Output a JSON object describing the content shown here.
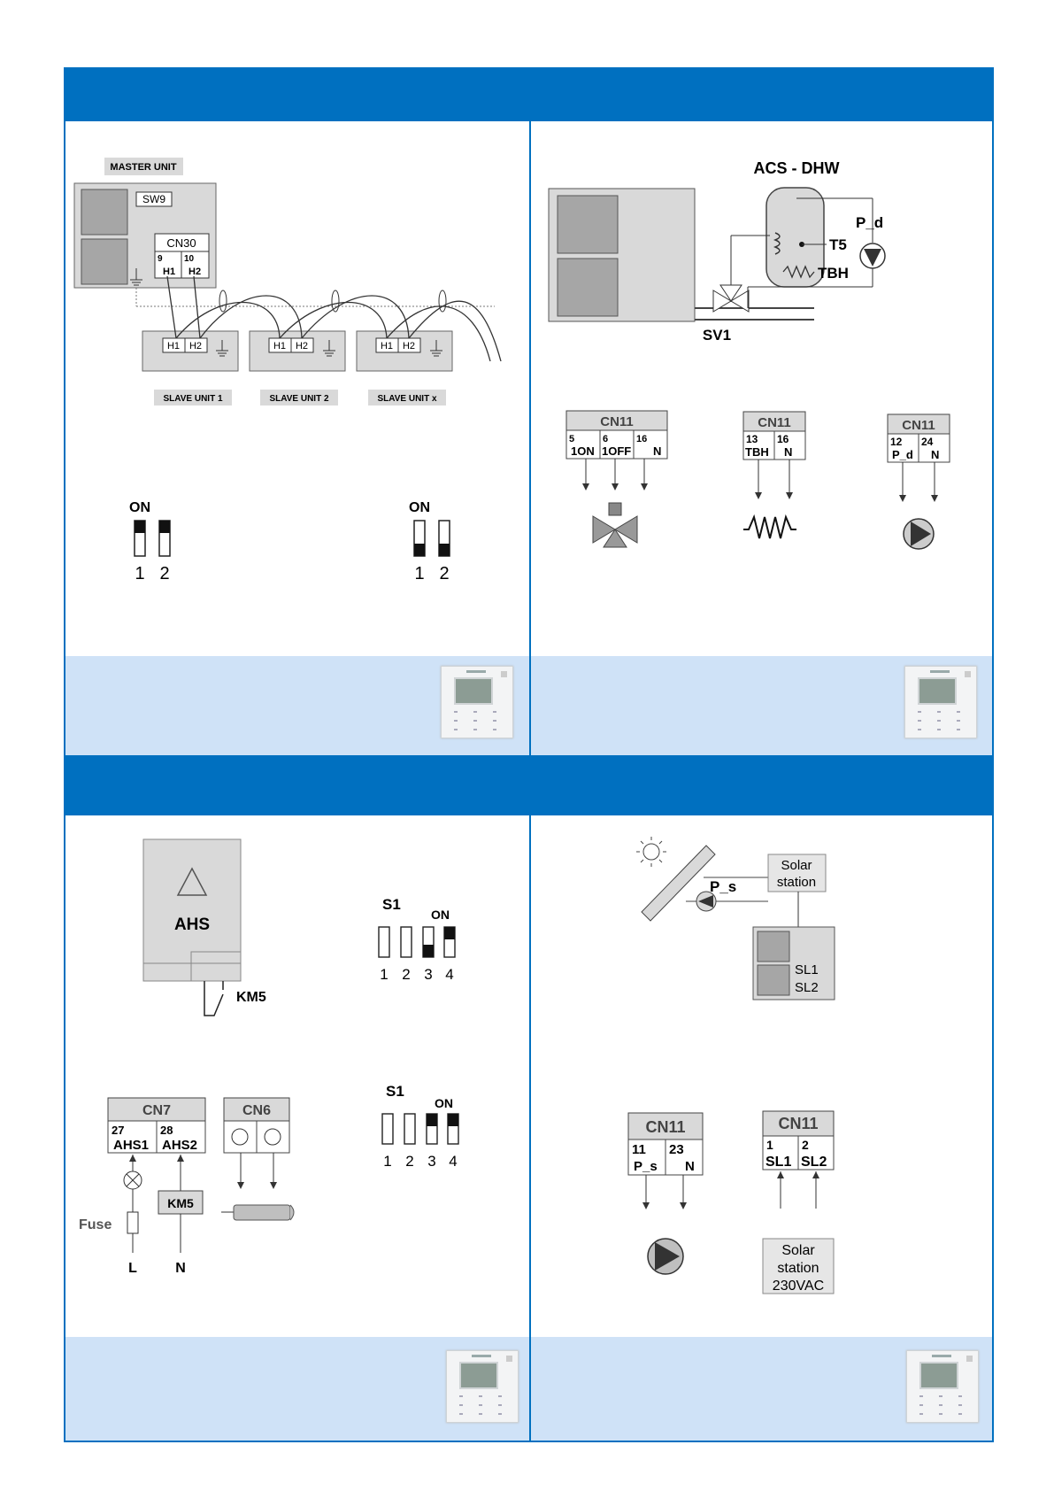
{
  "panel_tl": {
    "master_label": "MASTER UNIT",
    "sw9": "SW9",
    "cn30": "CN30",
    "pin9": "9",
    "pin10": "10",
    "h1": "H1",
    "h2": "H2",
    "slave1": "SLAVE UNIT 1",
    "slave2": "SLAVE UNIT 2",
    "slavex": "SLAVE UNIT x",
    "dip_on": "ON",
    "dip_1": "1",
    "dip_2": "2"
  },
  "panel_tr": {
    "acs": "ACS - DHW",
    "pd": "P_d",
    "t5": "T5",
    "tbh": "TBH",
    "sv1": "SV1",
    "cn11": "CN11",
    "c1_p5": "5",
    "c1_p6": "6",
    "c1_p16": "16",
    "c1_1on": "1ON",
    "c1_1off": "1OFF",
    "c1_n": "N",
    "c2_p13": "13",
    "c2_p16": "16",
    "c2_tbh": "TBH",
    "c2_n": "N",
    "c3_p12": "12",
    "c3_p24": "24",
    "c3_pd": "P_d",
    "c3_n": "N"
  },
  "panel_bl": {
    "ahs": "AHS",
    "km5": "KM5",
    "s1": "S1",
    "on": "ON",
    "n1": "1",
    "n2": "2",
    "n3": "3",
    "n4": "4",
    "cn7": "CN7",
    "cn6": "CN6",
    "p27": "27",
    "p28": "28",
    "ahs1": "AHS1",
    "ahs2": "AHS2",
    "fuse": "Fuse",
    "l": "L",
    "n": "N"
  },
  "panel_br": {
    "ps": "P_s",
    "solar_station": [
      "Solar",
      "station"
    ],
    "sl1": "SL1",
    "sl2": "SL2",
    "cn11": "CN11",
    "p11": "11",
    "p23": "23",
    "ps2": "P_s",
    "n": "N",
    "p1": "1",
    "p2": "2",
    "solar_box": [
      "Solar",
      "station",
      "230VAC"
    ]
  }
}
